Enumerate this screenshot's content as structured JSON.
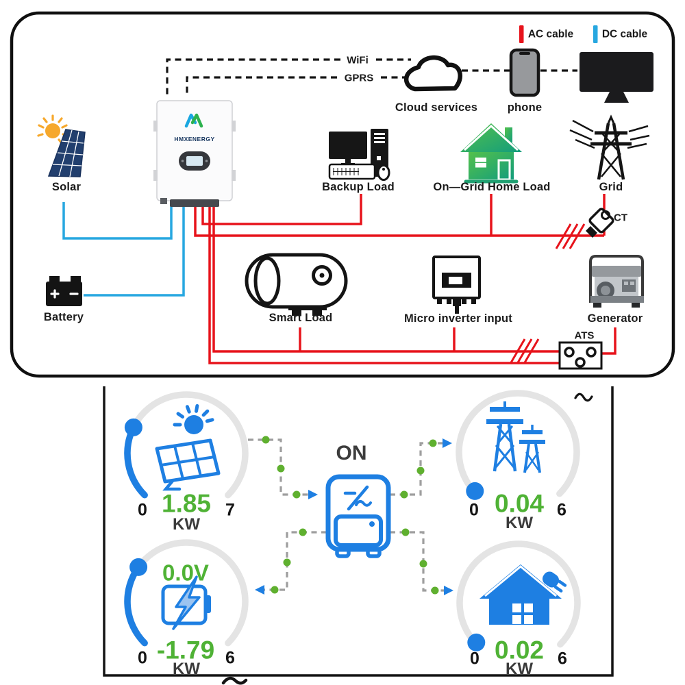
{
  "legend": {
    "ac": {
      "label": "AC cable",
      "color": "#e7131b"
    },
    "dc": {
      "label": "DC cable",
      "color": "#27a7e0"
    }
  },
  "connectivity": {
    "wifi_label": "WiFi",
    "gprs_label": "GPRS",
    "cloud_label": "Cloud services",
    "phone_label": "phone"
  },
  "system": {
    "brand": "HMXENERGY",
    "solar_label": "Solar",
    "battery_label": "Battery",
    "backup_load_label": "Backup Load",
    "ongrid_home_load_label": "On—Grid Home Load",
    "grid_label": "Grid",
    "ct_label": "CT",
    "smart_load_label": "Smart Load",
    "micro_inverter_label": "Micro inverter input",
    "generator_label": "Generator",
    "ats_label": "ATS"
  },
  "display": {
    "status": "ON",
    "gauges": {
      "solar": {
        "min": "0",
        "max": "7",
        "value": "1.85",
        "unit": "KW"
      },
      "grid": {
        "min": "0",
        "max": "6",
        "value": "0.04",
        "unit": "KW"
      },
      "battery": {
        "min": "0",
        "max": "6",
        "voltage": "0.0V",
        "value": "-1.79",
        "unit": "KW"
      },
      "home": {
        "min": "0",
        "max": "6",
        "value": "0.02",
        "unit": "KW"
      }
    },
    "colors": {
      "value_green": "#4fb235",
      "gauge_blue": "#1e7fe2",
      "dot_green": "#5fb02f"
    }
  }
}
